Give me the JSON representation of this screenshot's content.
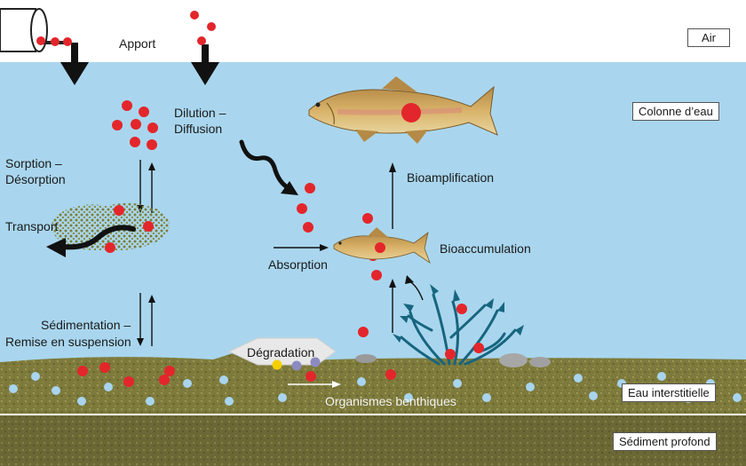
{
  "labels": {
    "air": "Air",
    "apport": "Apport",
    "dilution": "Dilution –",
    "diffusion": "Diffusion",
    "colonne": "Colonne d’eau",
    "sorption": "Sorption –",
    "desorption": "Désorption",
    "transport": "Transport",
    "bioamplification": "Bioamplification",
    "bioaccumulation": "Bioaccumulation",
    "absorption": "Absorption",
    "sedimentation": "Sédimentation –",
    "remise": "Remise en suspension",
    "degradation": "Dégradation",
    "organismes": "Organismes benthiques",
    "eau_interstitielle": "Eau interstitielle",
    "sediment_profond": "Sédiment profond"
  },
  "colors": {
    "sky": "#ffffff",
    "water": "#a9d6ee",
    "sediment_top": "#7b7a3a",
    "sediment_deep": "#6e6a37",
    "contaminant": "#e3262b",
    "pore_water": "#a8d4ee",
    "algae": "#17657e",
    "fish_body": "#c9a55a"
  }
}
